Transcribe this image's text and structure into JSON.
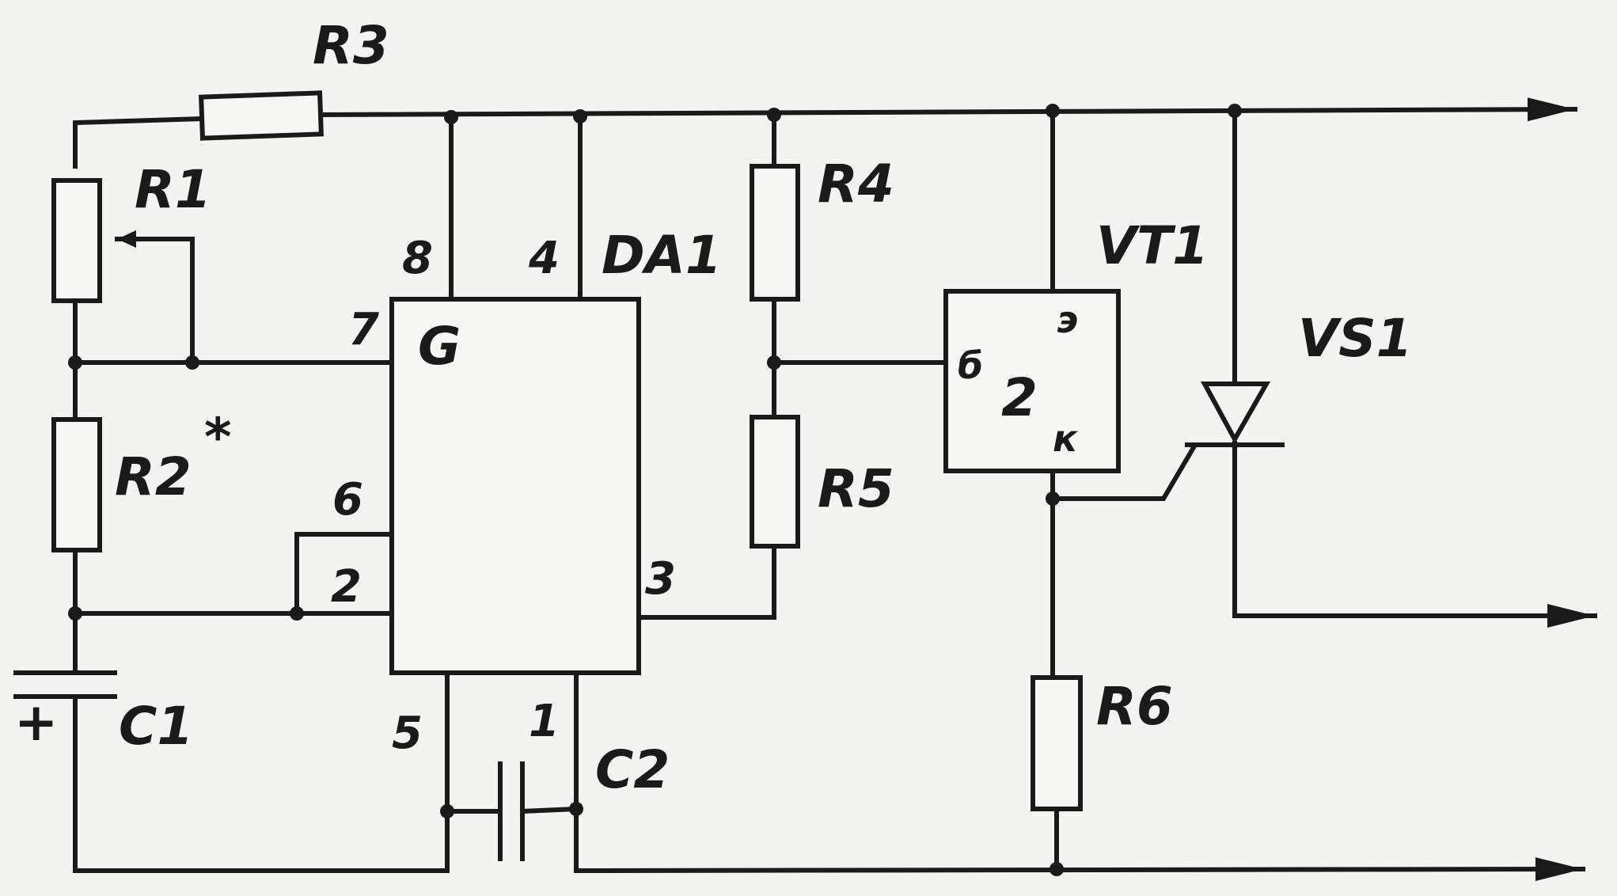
{
  "components": {
    "r1": "R1",
    "r2": "R2",
    "r2_mark": "*",
    "r3": "R3",
    "r4": "R4",
    "r5": "R5",
    "r6": "R6",
    "c1": "C1",
    "c1_polarity": "+",
    "c2": "C2",
    "da1": "DA1",
    "vt1": "VT1",
    "vs1": "VS1"
  },
  "da1": {
    "function": "G",
    "pins": {
      "p8": "8",
      "p4": "4",
      "p7": "7",
      "p6": "6",
      "p2": "2",
      "p3": "3",
      "p5": "5",
      "p1": "1"
    }
  },
  "vt1": {
    "body": "2",
    "base": "б",
    "emitter": "э",
    "collector": "к"
  },
  "colors": {
    "ink": "#1a1a1a",
    "paper": "#f3f3f1"
  }
}
